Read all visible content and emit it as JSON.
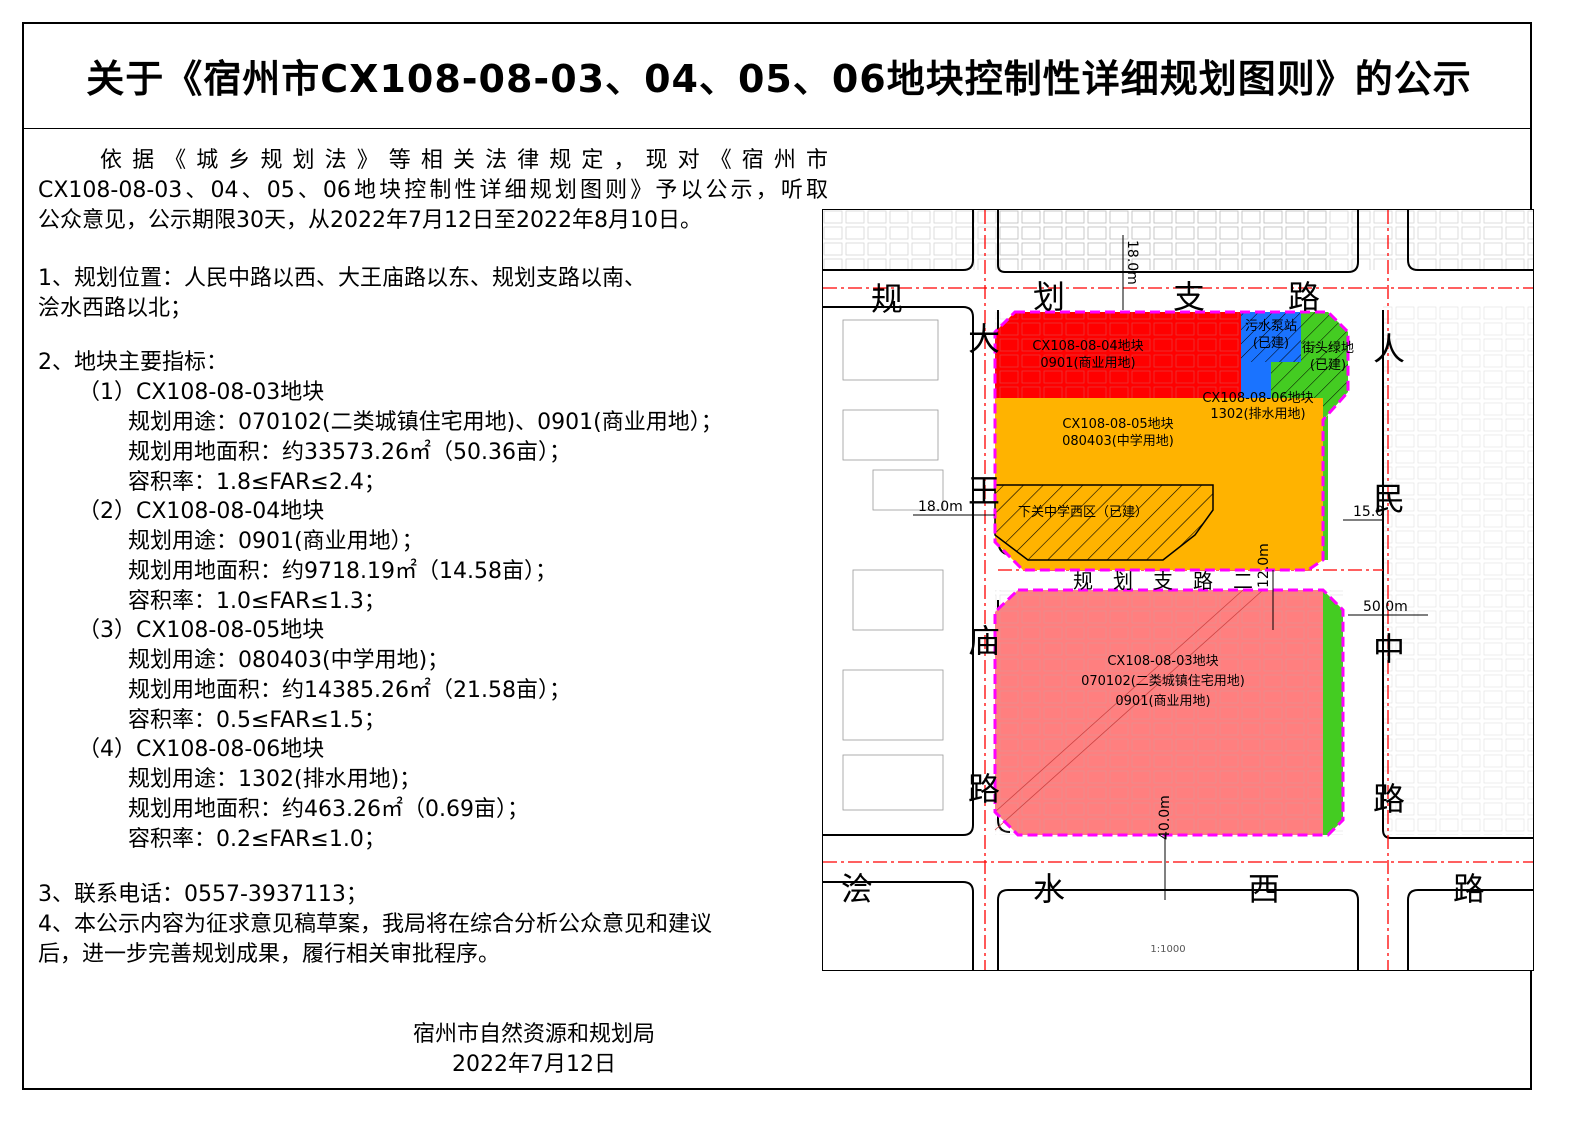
{
  "title": "关于《宿州市CX108-08-03、04、05、06地块控制性详细规划图则》的公示",
  "intro": {
    "line1": "依据《城乡规划法》等相关法律规定，现对《宿州市",
    "line2": "CX108-08-03、04、05、06地块控制性详细规划图则》予以公示，听取",
    "line3": "公众意见，公示期限30天，从2022年7月12日至2022年8月10日。"
  },
  "location": {
    "line1": "1、规划位置：人民中路以西、大王庙路以东、规划支路以南、",
    "line2": "浍水西路以北；"
  },
  "indicators_heading": "2、地块主要指标：",
  "plots": [
    {
      "name": "（1）CX108-08-03地块",
      "use": "规划用途：070102(二类城镇住宅用地)、0901(商业用地）；",
      "area": "规划用地面积：约33573.26㎡（50.36亩）；",
      "far": "容积率：1.8≤FAR≤2.4；"
    },
    {
      "name": "（2）CX108-08-04地块",
      "use": "规划用途：0901(商业用地）；",
      "area": "规划用地面积：约9718.19㎡（14.58亩）；",
      "far": "容积率：1.0≤FAR≤1.3；"
    },
    {
      "name": "（3）CX108-08-05地块",
      "use": "规划用途：080403(中学用地)；",
      "area": "规划用地面积：约14385.26㎡（21.58亩）；",
      "far": "容积率：0.5≤FAR≤1.5；"
    },
    {
      "name": "（4）CX108-08-06地块",
      "use": "规划用途：1302(排水用地)；",
      "area": "规划用地面积：约463.26㎡（0.69亩）；",
      "far": "容积率：0.2≤FAR≤1.0；"
    }
  ],
  "contact": "3、联系电话：0557-3937113；",
  "note": {
    "line1": "4、本公示内容为征求意见稿草案，我局将在综合分析公众意见和建议",
    "line2": "后，进一步完善规划成果，履行相关审批程序。"
  },
  "signature": {
    "org": "宿州市自然资源和规划局",
    "date": "2022年7月12日"
  },
  "map": {
    "roads": {
      "north": [
        "规",
        "划",
        "支",
        "路"
      ],
      "west": [
        "大",
        "王",
        "庙",
        "路"
      ],
      "east": [
        "人",
        "民",
        "中",
        "路"
      ],
      "south": [
        "浍",
        "水",
        "西",
        "路"
      ],
      "middle": [
        "规",
        "划",
        "支",
        "路",
        "二"
      ]
    },
    "dims": {
      "d_north": "18.0m",
      "d_west": "18.0m",
      "d_east": "15.0",
      "d_mid": "12.0m",
      "d_east2": "50.0m",
      "d_south": "40.0m"
    },
    "labels": {
      "plot04": [
        "CX108-08-04地块",
        "0901(商业用地)"
      ],
      "pump": [
        "污水泵站",
        "(已建)"
      ],
      "green": [
        "街头绿地",
        "(已建)"
      ],
      "plot06": [
        "CX108-08-06地块",
        "1302(排水用地)"
      ],
      "plot05": [
        "CX108-08-05地块",
        "080403(中学用地)"
      ],
      "school": "下关中学西区（已建）",
      "plot03": [
        "CX108-08-03地块",
        "070102(二类城镇住宅用地)",
        "0901(商业用地)"
      ]
    },
    "scale": "1:1000",
    "colors": {
      "commercial": "#ff0000",
      "school": "#ffb300",
      "residential": "#ff7f7f",
      "green": "#44cc22",
      "water": "#1a73ff",
      "boundary": "#ff00ff",
      "road_line": "#ff0000"
    }
  }
}
